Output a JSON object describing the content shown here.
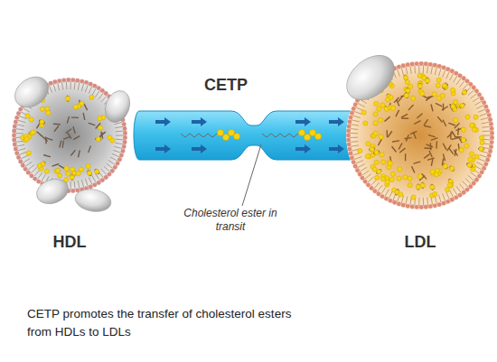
{
  "diagram": {
    "caption": "CETP promotes the transfer of cholesterol esters from HDLs to LDLs",
    "nodes": [
      {
        "text": [
          "HDL"
        ]
      },
      {
        "text": [
          "CETP"
        ]
      },
      {
        "text": [
          "LDL"
        ]
      }
    ],
    "labels": [
      "Cholesterol ester in transit"
    ]
  }
}
